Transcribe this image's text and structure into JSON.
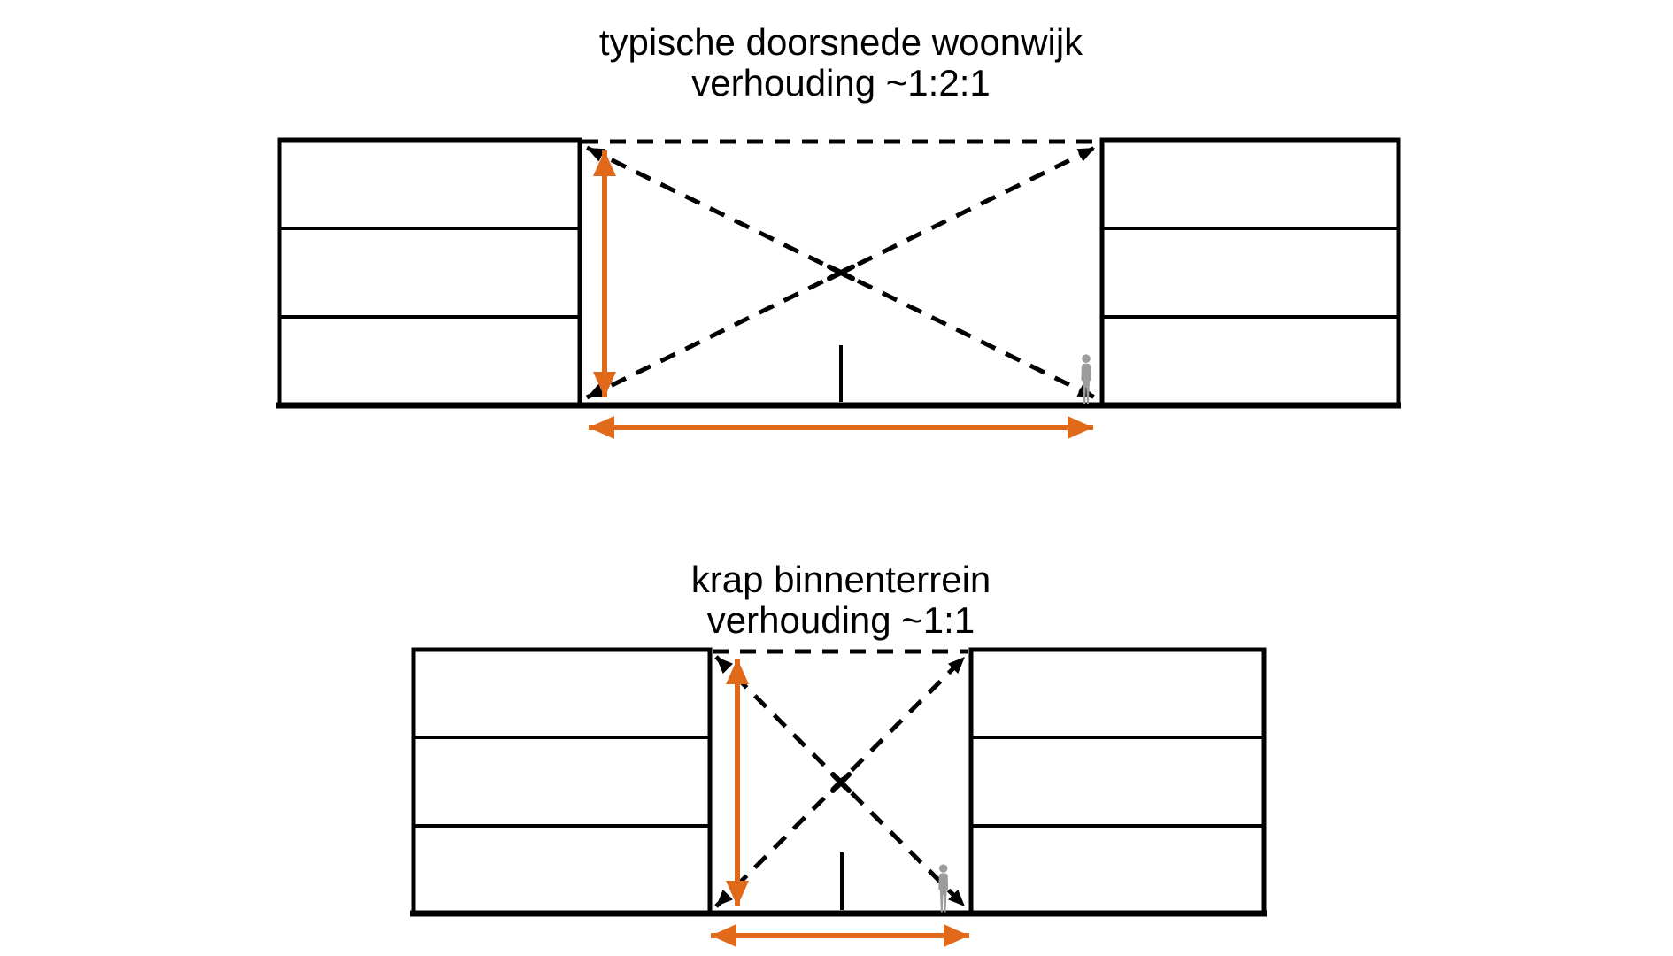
{
  "colors": {
    "line": "#000000",
    "accent_orange": "#E06A1A",
    "person_gray": "#9C9C9C",
    "background": "#FFFFFF"
  },
  "figures": [
    {
      "title_line1": "typische doorsnede woonwijk",
      "title_line2": "verhouding ~1:2:1",
      "floors_per_building": 3
    },
    {
      "title_line1": "krap binnenterrein",
      "title_line2": "verhouding ~1:1",
      "floors_per_building": 3
    }
  ]
}
